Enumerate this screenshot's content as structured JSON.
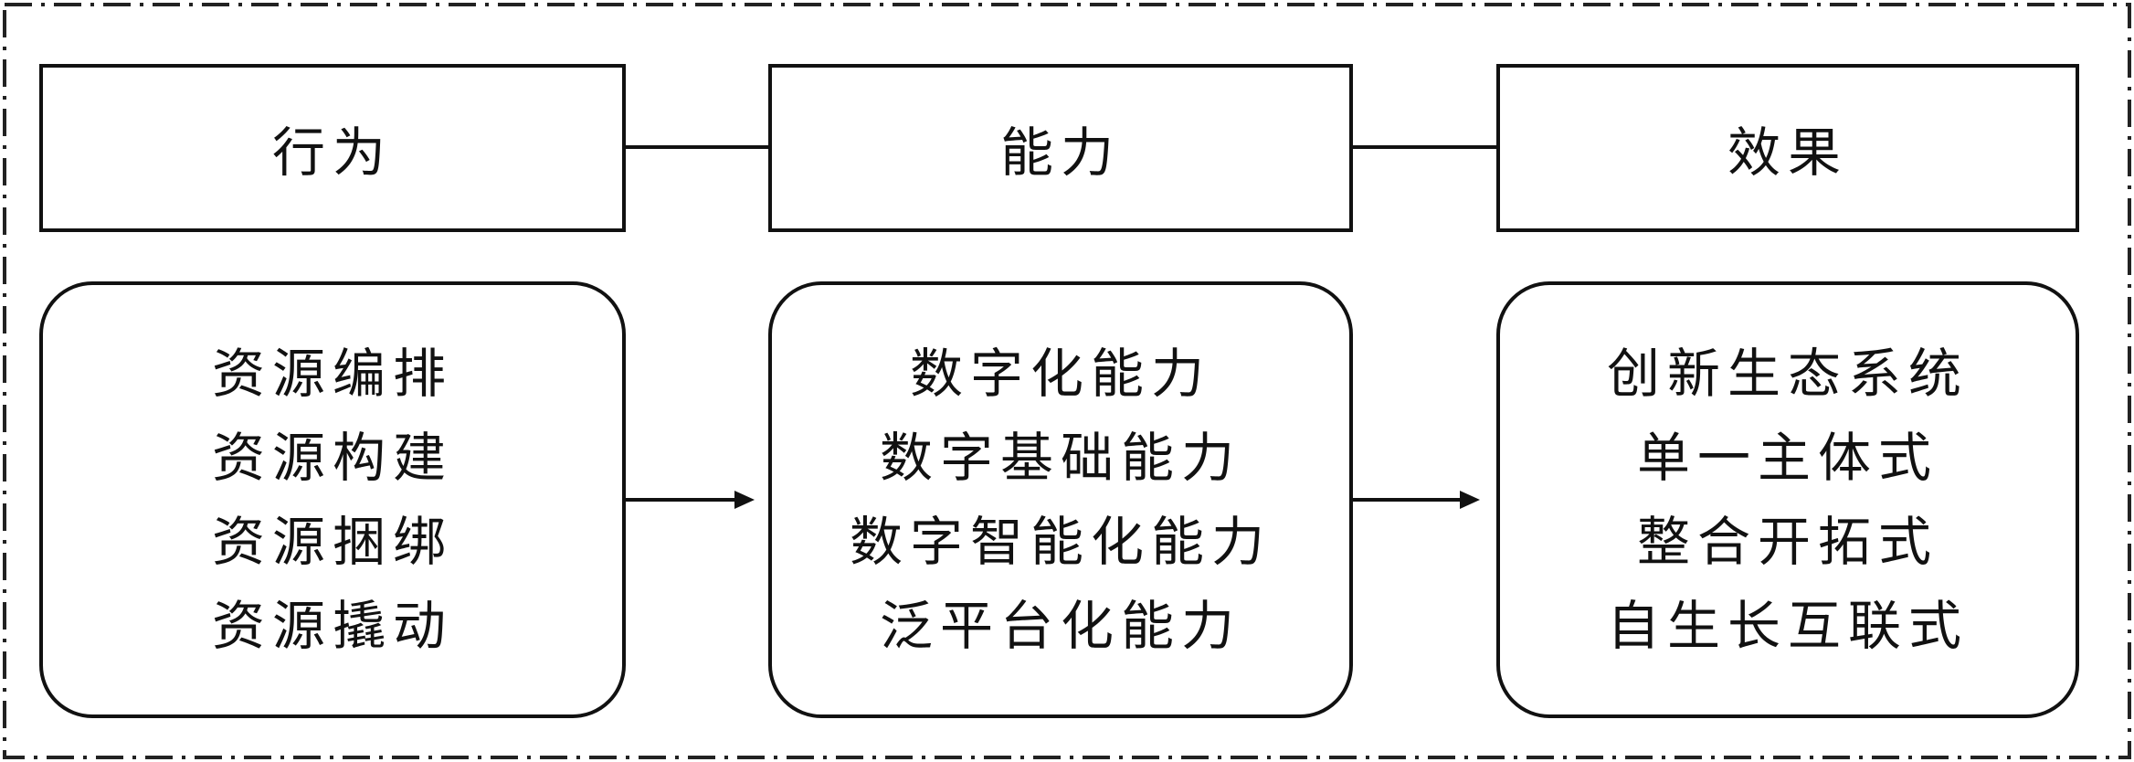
{
  "columns": [
    {
      "header": "行为",
      "items": [
        "资源编排",
        "资源构建",
        "资源捆绑",
        "资源撬动"
      ]
    },
    {
      "header": "能力",
      "items": [
        "数字化能力",
        "数字基础能力",
        "数字智能化能力",
        "泛平台化能力"
      ]
    },
    {
      "header": "效果",
      "items": [
        "创新生态系统",
        "单一主体式",
        "整合开拓式",
        "自生长互联式"
      ]
    }
  ]
}
